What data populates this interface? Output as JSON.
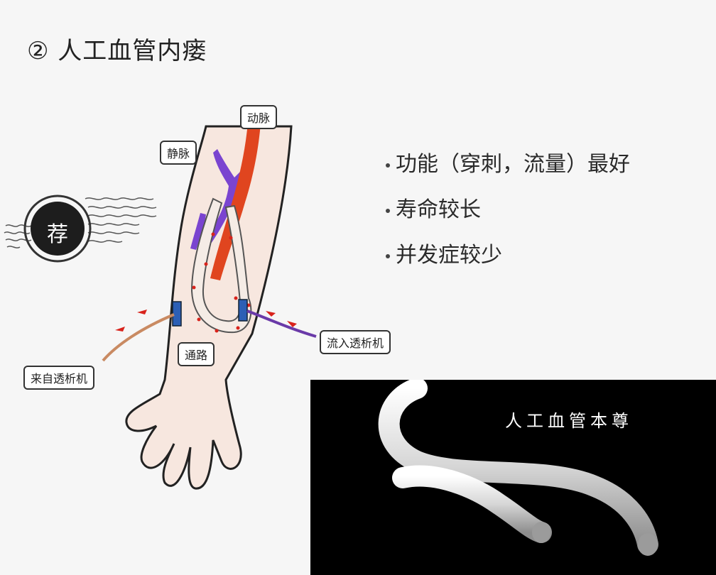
{
  "title": "② 人工血管内瘘",
  "stamp": "荐",
  "labels": {
    "artery": "动脉",
    "vein": "静脉",
    "passage": "通路",
    "from_machine": "来自透析机",
    "to_machine": "流入透析机"
  },
  "bullets": [
    "功能（穿刺，流量）最好",
    "寿命较长",
    "并发症较少"
  ],
  "photo_caption": "人工血管本尊",
  "colors": {
    "artery": "#e0451f",
    "vein": "#7a44d0",
    "arm_skin": "#f7e7df",
    "graft": "#f5ece6",
    "inflow_line": "#c98a62",
    "outflow_line": "#6a3aa8",
    "arrow": "#d8231c",
    "photo_bg": "#000000"
  }
}
